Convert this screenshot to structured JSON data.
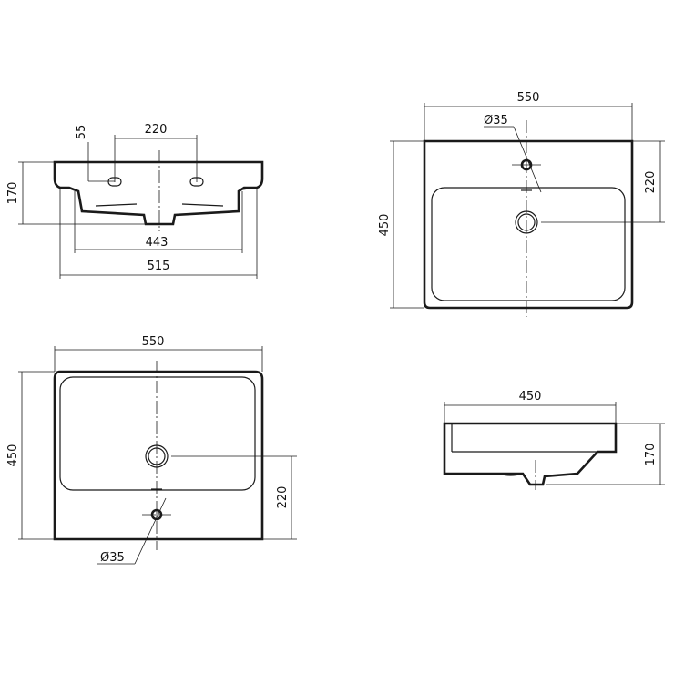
{
  "views": {
    "front": {
      "hole_spacing_label": "220",
      "hole_offset_label": "55",
      "height_label": "170",
      "inner_width_label": "443",
      "overall_width_label": "515"
    },
    "top_right": {
      "width_label": "550",
      "depth_label": "450",
      "tap_hole_diameter_label": "Ø35",
      "tap_hole_distance_label": "220"
    },
    "top_left": {
      "width_label": "550",
      "depth_label": "450",
      "tap_hole_distance_label": "220",
      "tap_hole_diameter_label": "Ø35"
    },
    "side": {
      "depth_label": "450",
      "height_label": "170"
    }
  }
}
